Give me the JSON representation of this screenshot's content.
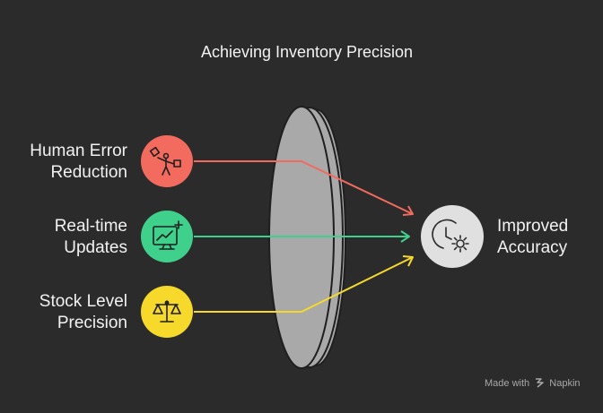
{
  "title": "Achieving Inventory Precision",
  "inputs": [
    {
      "line1": "Human Error",
      "line2": "Reduction",
      "color": "#f26b5e",
      "arrow_color": "#f26b5e",
      "icon": "person-carrying-boxes-icon"
    },
    {
      "line1": "Real-time",
      "line2": "Updates",
      "color": "#3fd18c",
      "arrow_color": "#3fd18c",
      "icon": "chart-plus-icon"
    },
    {
      "line1": "Stock Level",
      "line2": "Precision",
      "color": "#f6d92b",
      "arrow_color": "#f6d92b",
      "icon": "balance-scale-icon"
    }
  ],
  "output": {
    "line1": "Improved",
    "line2": "Accuracy",
    "color": "#e0e0e0",
    "icon": "clock-gear-icon"
  },
  "lens_color": "#a9a9a9",
  "footer": {
    "made_with": "Made with",
    "brand": "Napkin"
  }
}
